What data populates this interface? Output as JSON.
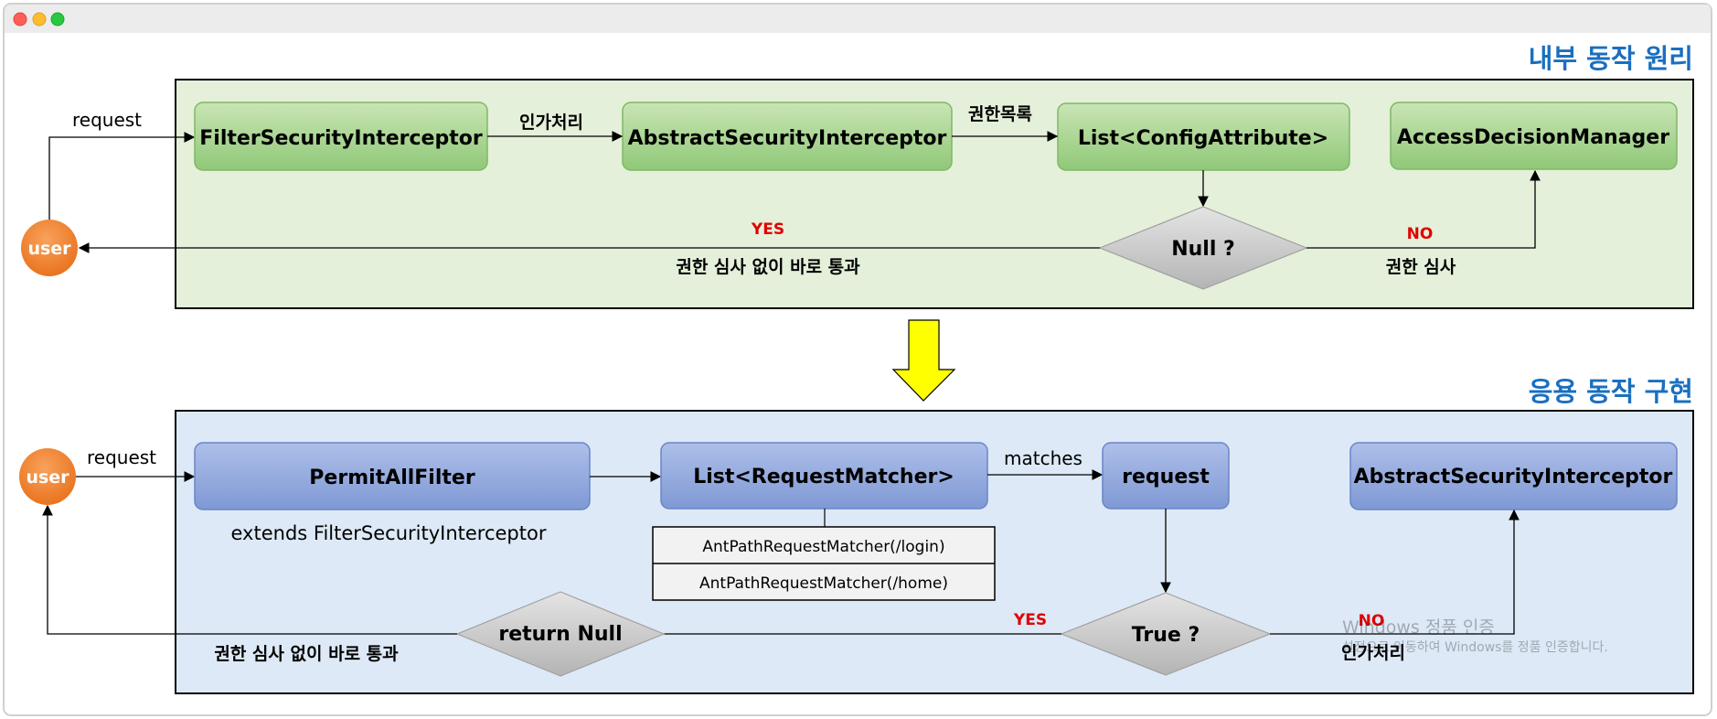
{
  "top": {
    "title": "내부 동작 원리",
    "request_label": "request",
    "user_label": "user",
    "filter_interceptor": "FilterSecurityInterceptor",
    "authz_label": "인가처리",
    "abstract_interceptor": "AbstractSecurityInterceptor",
    "authority_list_label": "권한목록",
    "config_attribute_list": "List<ConfigAttribute>",
    "access_decision_manager": "AccessDecisionManager",
    "null_check": "Null ?",
    "yes_label": "YES",
    "no_label": "NO",
    "pass_label": "권한 심사 없이 바로 통과",
    "review_label": "권한 심사"
  },
  "bottom": {
    "title": "응용 동작 구현",
    "request_label": "request",
    "user_label": "user",
    "permit_all_filter": "PermitAllFilter",
    "extends_label": "extends FilterSecurityInterceptor",
    "request_matcher_list": "List<RequestMatcher>",
    "matchers": [
      "AntPathRequestMatcher(/login)",
      "AntPathRequestMatcher(/home)"
    ],
    "matches_label": "matches",
    "request_box": "request",
    "abstract_interceptor": "AbstractSecurityInterceptor",
    "true_check": "True ?",
    "return_null": "return Null",
    "yes_label": "YES",
    "no_label": "NO",
    "pass_label": "권한 심사 없이 바로 통과",
    "authz_label": "인가처리"
  },
  "watermark": {
    "line1": "Windows 정품 인증",
    "line2": "설정으로 이동하여 Windows를 정품 인증합니다."
  },
  "colors": {
    "title_blue": "#1a6fc0",
    "green_panel": "#e4f0da",
    "green_box_top": "#c6e3b1",
    "green_box_bottom": "#92c97a",
    "blue_panel": "#dde9f6",
    "blue_box_top": "#a9bde8",
    "blue_box_bottom": "#7e98d4",
    "user_orange": "#f07e26",
    "diamond_gray": "#c9c9c9",
    "yes_no_red": "#e00000",
    "arrow_yellow": "#ffff00"
  }
}
